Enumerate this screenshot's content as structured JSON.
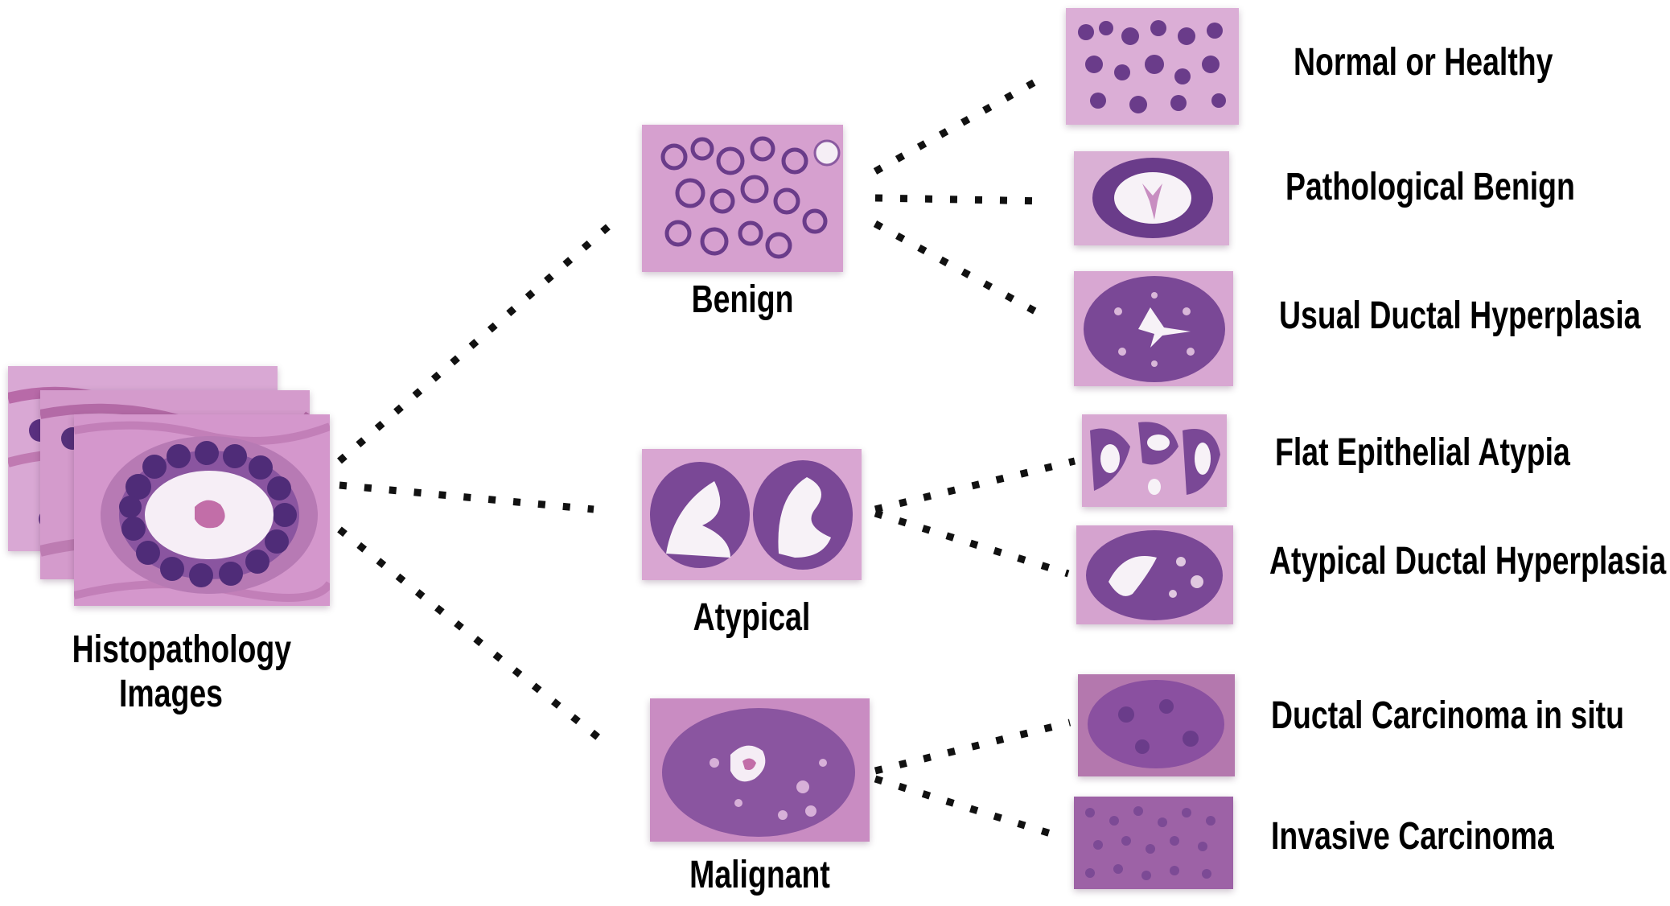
{
  "root": {
    "label_line1": "Histopathology",
    "label_line2": "Images"
  },
  "categories": [
    {
      "id": "benign",
      "label": "Benign"
    },
    {
      "id": "atypical",
      "label": "Atypical"
    },
    {
      "id": "malignant",
      "label": "Malignant"
    }
  ],
  "subtypes": [
    {
      "label": "Normal or Healthy",
      "parent": "benign"
    },
    {
      "label": "Pathological Benign",
      "parent": "benign"
    },
    {
      "label": "Usual Ductal Hyperplasia",
      "parent": "benign"
    },
    {
      "label": "Flat Epithelial Atypia",
      "parent": "atypical"
    },
    {
      "label": "Atypical Ductal Hyperplasia",
      "parent": "atypical"
    },
    {
      "label": "Ductal Carcinoma in situ",
      "parent": "malignant"
    },
    {
      "label": "Invasive Carcinoma",
      "parent": "malignant"
    }
  ],
  "colors": {
    "tissue_base": "#cf8fc3",
    "tissue_dark": "#6a3c8a",
    "lumen": "#f7f1f7",
    "dots": "#111111"
  }
}
